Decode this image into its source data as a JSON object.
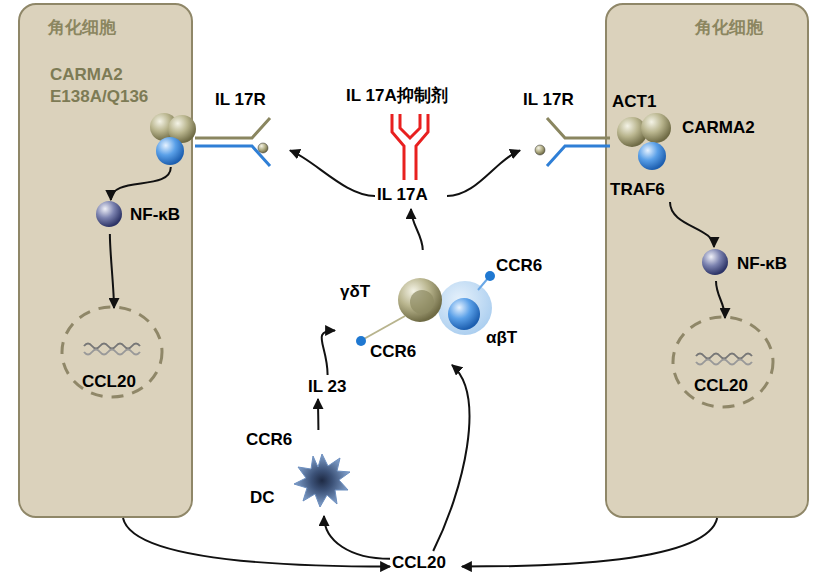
{
  "diagram": {
    "nodes": [
      {
        "text": [
          "角化细胞"
        ]
      },
      {
        "text": [
          "CARMA2 E138A/Q136"
        ],
        "in": 0
      },
      {
        "text": [
          "NF-κB"
        ],
        "in": 0
      },
      {
        "text": [
          "CCL20"
        ],
        "in": 0
      },
      {
        "text": [
          "IL 17R"
        ]
      },
      {
        "text": [
          "IL 17A"
        ]
      },
      {
        "text": [
          "IL 17R"
        ]
      },
      {
        "text": [
          "角化细胞"
        ]
      },
      {
        "text": [
          "ACT1",
          "CARMA2",
          "TRAF6"
        ],
        "in": 7
      },
      {
        "text": [
          "NF-κB"
        ],
        "in": 7
      },
      {
        "text": [
          "CCL20"
        ],
        "in": 7
      },
      {
        "text": [
          "CCR6",
          "γδT",
          "αβT",
          "CCR6"
        ]
      },
      {
        "text": [
          "IL 23"
        ]
      },
      {
        "text": [
          "CCR6",
          "DC"
        ]
      },
      {
        "text": [
          "CCL20"
        ]
      }
    ],
    "edges": [
      {
        "from": 1,
        "to": 2,
        "arrow": "to"
      },
      {
        "from": 2,
        "to": 3,
        "arrow": "to"
      },
      {
        "from": 0,
        "to": 14,
        "arrow": "to"
      },
      {
        "from": 5,
        "to": 4,
        "arrow": "to"
      },
      {
        "from": 5,
        "to": 6,
        "arrow": "to"
      },
      {
        "from": 8,
        "to": 9,
        "arrow": "to"
      },
      {
        "from": 9,
        "to": 10,
        "arrow": "to"
      },
      {
        "from": 7,
        "to": 14,
        "arrow": "to"
      },
      {
        "from": 11,
        "to": 5,
        "arrow": "to"
      },
      {
        "from": 12,
        "to": 11,
        "arrow": "to"
      },
      {
        "from": 13,
        "to": 12,
        "arrow": "to"
      },
      {
        "from": 14,
        "to": 13,
        "arrow": "to"
      },
      {
        "from": 14,
        "to": 11,
        "arrow": "to"
      }
    ],
    "labels": [
      "IL 17A抑制剂"
    ]
  }
}
